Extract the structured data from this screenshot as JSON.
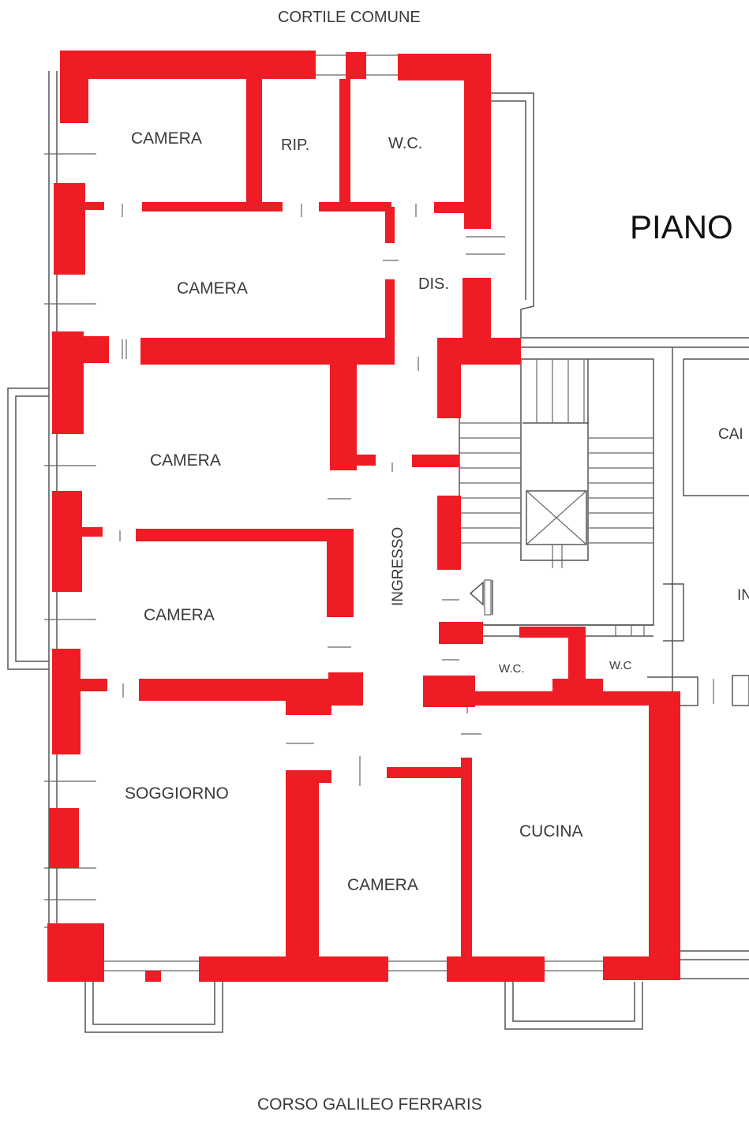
{
  "labels": {
    "top_street": "CORTILE COMUNE",
    "bottom_street": "CORSO GALILEO FERRARIS",
    "floor_title": "PIANO",
    "neighbor_room_a": "CAI",
    "neighbor_room_b": "IN"
  },
  "rooms": [
    "CAMERA",
    "RIP.",
    "W.C.",
    "CAMERA",
    "DIS.",
    "CAMERA",
    "CAMERA",
    "INGRESSO",
    "W.C.",
    "W.C",
    "SOGGIORNO",
    "CAMERA",
    "CUCINA"
  ],
  "colors": {
    "wall": "#ee1c24",
    "line": "#555555",
    "background": "#ffffff"
  }
}
